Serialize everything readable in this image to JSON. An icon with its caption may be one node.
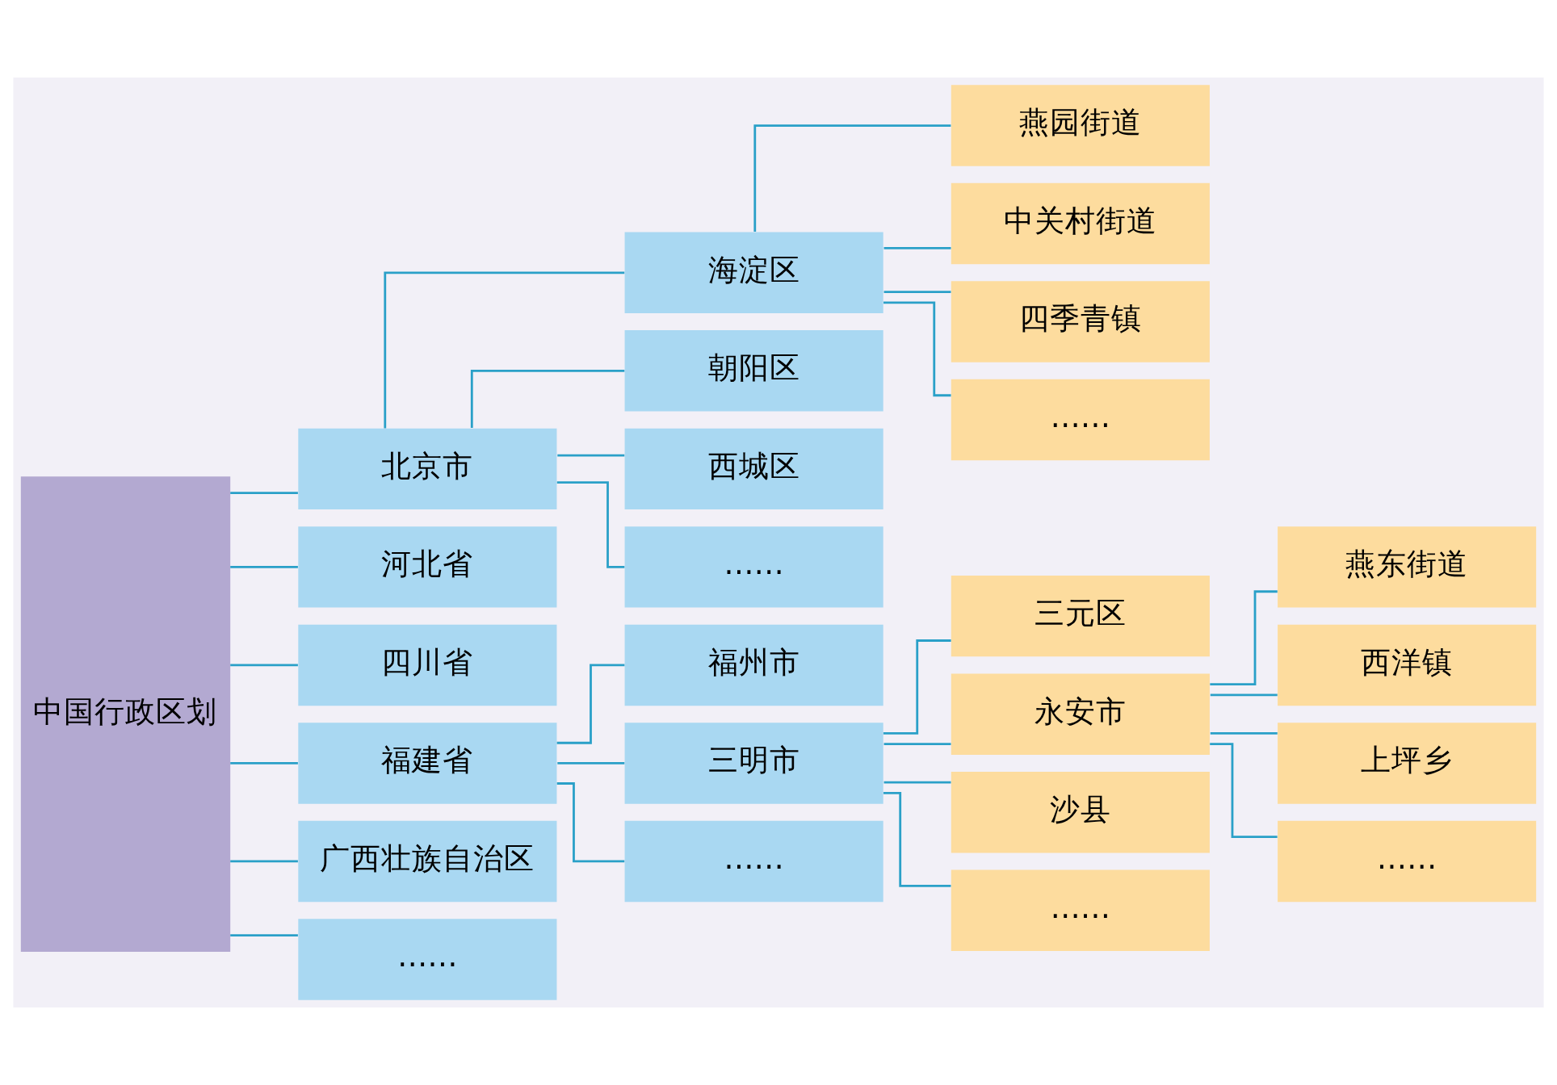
{
  "diagram": {
    "nodes": [
      {
        "text": [
          "中国行政区划"
        ]
      },
      {
        "text": [
          "北京市"
        ]
      },
      {
        "text": [
          "河北省"
        ]
      },
      {
        "text": [
          "四川省"
        ]
      },
      {
        "text": [
          "福建省"
        ]
      },
      {
        "text": [
          "广西壮族自治区"
        ]
      },
      {
        "text": [
          "……"
        ]
      },
      {
        "text": [
          "海淀区"
        ]
      },
      {
        "text": [
          "朝阳区"
        ]
      },
      {
        "text": [
          "西城区"
        ]
      },
      {
        "text": [
          "……"
        ]
      },
      {
        "text": [
          "福州市"
        ]
      },
      {
        "text": [
          "三明市"
        ]
      },
      {
        "text": [
          "……"
        ]
      },
      {
        "text": [
          "燕园街道"
        ]
      },
      {
        "text": [
          "中关村街道"
        ]
      },
      {
        "text": [
          "四季青镇"
        ]
      },
      {
        "text": [
          "……"
        ]
      },
      {
        "text": [
          "三元区"
        ]
      },
      {
        "text": [
          "永安市"
        ]
      },
      {
        "text": [
          "沙县"
        ]
      },
      {
        "text": [
          "……"
        ]
      },
      {
        "text": [
          "燕东街道"
        ]
      },
      {
        "text": [
          "西洋镇"
        ]
      },
      {
        "text": [
          "上坪乡"
        ]
      },
      {
        "text": [
          "……"
        ]
      }
    ],
    "edges": [
      {
        "from": 0,
        "to": 1,
        "arrow": "none"
      },
      {
        "from": 0,
        "to": 2,
        "arrow": "none"
      },
      {
        "from": 0,
        "to": 3,
        "arrow": "none"
      },
      {
        "from": 0,
        "to": 4,
        "arrow": "none"
      },
      {
        "from": 0,
        "to": 5,
        "arrow": "none"
      },
      {
        "from": 0,
        "to": 6,
        "arrow": "none"
      },
      {
        "from": 1,
        "to": 7,
        "arrow": "none"
      },
      {
        "from": 1,
        "to": 8,
        "arrow": "none"
      },
      {
        "from": 1,
        "to": 9,
        "arrow": "none"
      },
      {
        "from": 1,
        "to": 10,
        "arrow": "none"
      },
      {
        "from": 4,
        "to": 11,
        "arrow": "none"
      },
      {
        "from": 4,
        "to": 12,
        "arrow": "none"
      },
      {
        "from": 4,
        "to": 13,
        "arrow": "none"
      },
      {
        "from": 7,
        "to": 14,
        "arrow": "none"
      },
      {
        "from": 7,
        "to": 15,
        "arrow": "none"
      },
      {
        "from": 7,
        "to": 16,
        "arrow": "none"
      },
      {
        "from": 7,
        "to": 17,
        "arrow": "none"
      },
      {
        "from": 12,
        "to": 18,
        "arrow": "none"
      },
      {
        "from": 12,
        "to": 19,
        "arrow": "none"
      },
      {
        "from": 12,
        "to": 20,
        "arrow": "none"
      },
      {
        "from": 12,
        "to": 21,
        "arrow": "none"
      },
      {
        "from": 19,
        "to": 22,
        "arrow": "none"
      },
      {
        "from": 19,
        "to": 23,
        "arrow": "none"
      },
      {
        "from": 19,
        "to": 24,
        "arrow": "none"
      },
      {
        "from": 19,
        "to": 25,
        "arrow": "none"
      }
    ]
  }
}
